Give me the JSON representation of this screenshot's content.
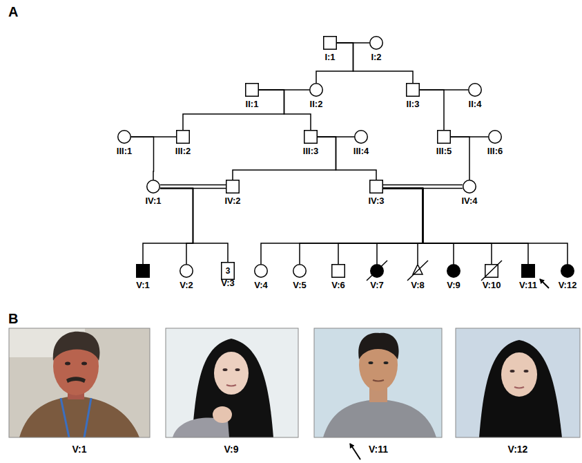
{
  "diagram": {
    "nodes": [
      {
        "text": [
          "I:1"
        ]
      },
      {
        "text": [
          "I:2"
        ]
      },
      {
        "text": [
          "II:1"
        ]
      },
      {
        "text": [
          "II:2"
        ]
      },
      {
        "text": [
          "II:3"
        ]
      },
      {
        "text": [
          "II:4"
        ]
      },
      {
        "text": [
          "III:1"
        ]
      },
      {
        "text": [
          "III:2"
        ]
      },
      {
        "text": [
          "III:3"
        ]
      },
      {
        "text": [
          "III:4"
        ]
      },
      {
        "text": [
          "III:5"
        ]
      },
      {
        "text": [
          "III:6"
        ]
      },
      {
        "text": [
          "IV:1"
        ]
      },
      {
        "text": [
          "IV:2"
        ]
      },
      {
        "text": [
          "IV:3"
        ]
      },
      {
        "text": [
          "IV:4"
        ]
      },
      {
        "text": [
          "V:1"
        ]
      },
      {
        "text": [
          "V:2"
        ]
      },
      {
        "text": [
          "3",
          "V:3"
        ]
      },
      {
        "text": [
          "V:4"
        ]
      },
      {
        "text": [
          "V:5"
        ]
      },
      {
        "text": [
          "V:6"
        ]
      },
      {
        "text": [
          "V:7"
        ]
      },
      {
        "text": [
          "V:8"
        ]
      },
      {
        "text": [
          "V:9"
        ]
      },
      {
        "text": [
          "V:10"
        ]
      },
      {
        "text": [
          "V:11"
        ]
      },
      {
        "text": [
          "V:12"
        ]
      }
    ],
    "edges": [
      {
        "from": 0,
        "to": 1,
        "arrow": "none"
      },
      {
        "from": 2,
        "to": 3,
        "arrow": "none"
      },
      {
        "from": 4,
        "to": 5,
        "arrow": "none"
      },
      {
        "from": 6,
        "to": 7,
        "arrow": "none"
      },
      {
        "from": 8,
        "to": 9,
        "arrow": "none"
      },
      {
        "from": 10,
        "to": 11,
        "arrow": "none"
      },
      {
        "from": 12,
        "to": 13,
        "arrow": "none"
      },
      {
        "from": 14,
        "to": 15,
        "arrow": "none"
      },
      {
        "from": 0,
        "to": 3,
        "arrow": "none"
      },
      {
        "from": 0,
        "to": 4,
        "arrow": "none"
      },
      {
        "from": 2,
        "to": 7,
        "arrow": "none"
      },
      {
        "from": 2,
        "to": 8,
        "arrow": "none"
      },
      {
        "from": 4,
        "to": 10,
        "arrow": "none"
      },
      {
        "from": 6,
        "to": 12,
        "arrow": "none"
      },
      {
        "from": 8,
        "to": 13,
        "arrow": "none"
      },
      {
        "from": 8,
        "to": 14,
        "arrow": "none"
      },
      {
        "from": 10,
        "to": 15,
        "arrow": "none"
      },
      {
        "from": 12,
        "to": 16,
        "arrow": "none"
      },
      {
        "from": 12,
        "to": 17,
        "arrow": "none"
      },
      {
        "from": 12,
        "to": 18,
        "arrow": "none"
      },
      {
        "from": 14,
        "to": 19,
        "arrow": "none"
      },
      {
        "from": 14,
        "to": 20,
        "arrow": "none"
      },
      {
        "from": 14,
        "to": 21,
        "arrow": "none"
      },
      {
        "from": 14,
        "to": 22,
        "arrow": "none"
      },
      {
        "from": 14,
        "to": 23,
        "arrow": "none"
      },
      {
        "from": 14,
        "to": 24,
        "arrow": "none"
      },
      {
        "from": 14,
        "to": 25,
        "arrow": "none"
      },
      {
        "from": 14,
        "to": 26,
        "arrow": "none"
      },
      {
        "from": 14,
        "to": 27,
        "arrow": "none"
      }
    ],
    "labels": [
      "A",
      "B",
      "V:1",
      "V:9",
      "V:11",
      "V:12"
    ]
  }
}
